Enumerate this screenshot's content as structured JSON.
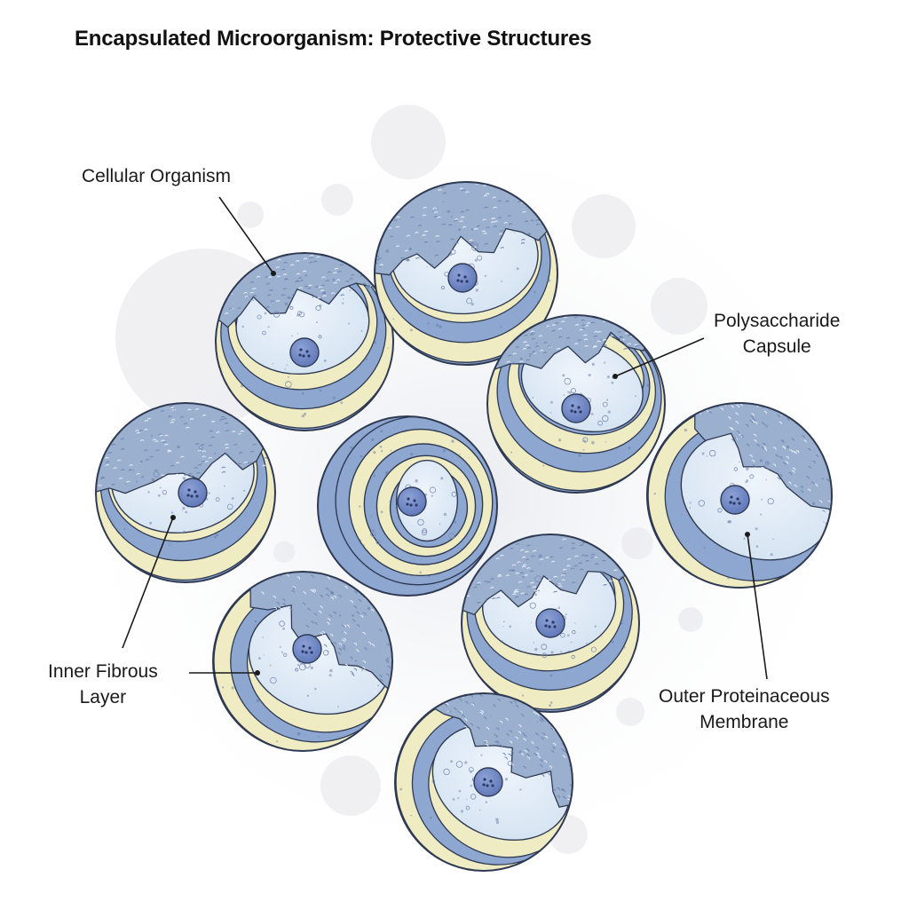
{
  "title": "Encapsulated Microorganism: Protective Structures",
  "labels": {
    "cellular_organism": "Cellular Organism",
    "polysaccharide_capsule": [
      "Polysaccharide",
      "Capsule"
    ],
    "inner_fibrous_layer": [
      "Inner Fibrous",
      "Layer"
    ],
    "outer_proteinaceous_membrane": [
      "Outer Proteinaceous",
      "Membrane"
    ]
  },
  "colors": {
    "band_blue": "#8ea7d1",
    "band_cream": "#efecc4",
    "interior": "#d4e3f2",
    "capsule_texture": "#9bb0cf",
    "nucleus": "#5d76b8",
    "outline": "#2f3a52",
    "background_bubble": "#ebebef"
  }
}
